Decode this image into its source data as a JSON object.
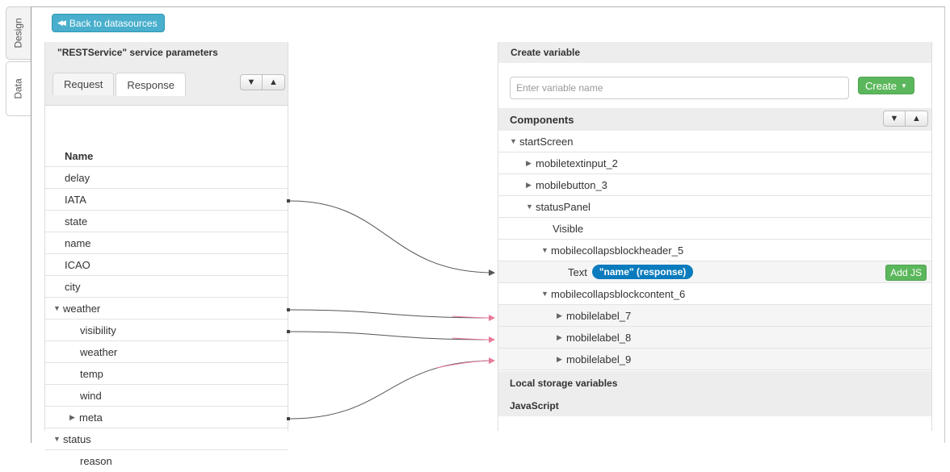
{
  "side_tabs": {
    "design": "Design",
    "data": "Data"
  },
  "back_button": {
    "label": "Back to datasources"
  },
  "left_panel": {
    "title": "\"RESTService\" service parameters",
    "tabs": {
      "request": "Request",
      "response": "Response"
    },
    "name_header": "Name",
    "rows": [
      "delay",
      "IATA",
      "state",
      "name",
      "ICAO",
      "city",
      "weather",
      "visibility",
      "weather",
      "temp",
      "wind",
      "meta",
      "status",
      "reason"
    ]
  },
  "right_panel": {
    "create_title": "Create variable",
    "variable_input_placeholder": "Enter variable name",
    "create_button": "Create",
    "components_title": "Components",
    "rows": [
      "startScreen",
      "mobiletextinput_2",
      "mobilebutton_3",
      "statusPanel",
      "Visible",
      "mobilecollapsblockheader_5",
      "Text",
      "mobilecollapsblockcontent_6",
      "mobilelabel_7",
      "mobilelabel_8",
      "mobilelabel_9"
    ],
    "text_binding_badge": "\"name\" (response)",
    "add_js_button": "Add JS",
    "local_storage_title": "Local storage variables",
    "javascript_title": "JavaScript"
  },
  "colors": {
    "accent_blue": "#49afcd",
    "green": "#5bb75b",
    "badge_blue": "#0a7bbd",
    "link_grey": "#555555",
    "link_pink": "#e87a9a"
  }
}
